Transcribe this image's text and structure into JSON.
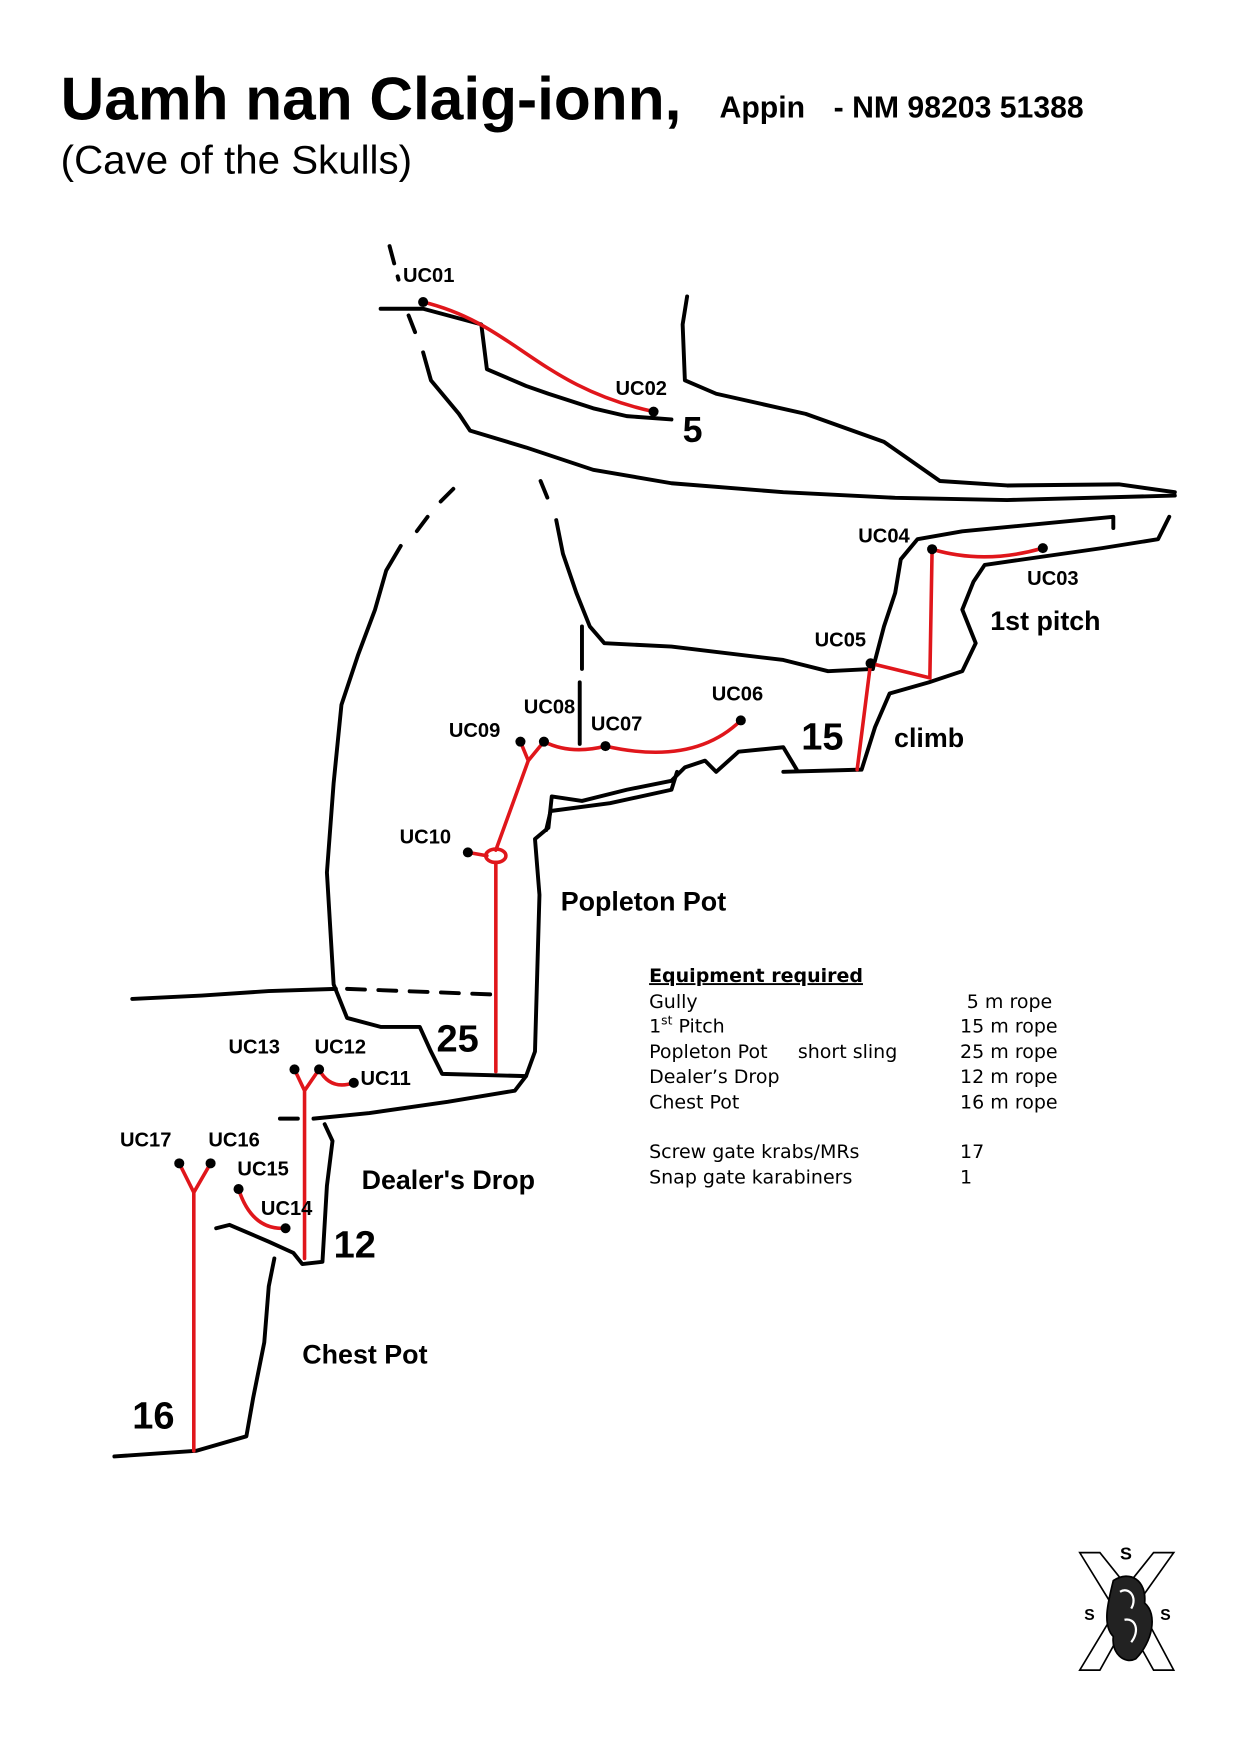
{
  "header": {
    "title": "Uamh nan Claig-ionn,",
    "location": "Appin",
    "grid_ref": "- NM 98203 51388",
    "subtitle": "(Cave of the Skulls)"
  },
  "stations": [
    "UC01",
    "UC02",
    "UC03",
    "UC04",
    "UC05",
    "UC06",
    "UC07",
    "UC08",
    "UC09",
    "UC10",
    "UC11",
    "UC12",
    "UC13",
    "UC14",
    "UC15",
    "UC16",
    "UC17"
  ],
  "pitches": {
    "gully_depth": "5",
    "first_pitch_depth": "15",
    "first_pitch_label": "1st pitch",
    "climb_label": "climb",
    "popleton_label": "Popleton Pot",
    "popleton_depth": "25",
    "dealers_label": "Dealer's Drop",
    "dealers_depth": "12",
    "chest_label": "Chest Pot",
    "chest_depth": "16"
  },
  "equipment": {
    "heading": "Equipment required",
    "rows": [
      {
        "name": "Gully",
        "note": "",
        "rope": "5 m rope"
      },
      {
        "name": "1",
        "sup": "st",
        "name_rest": " Pitch",
        "note": "",
        "rope": "15 m rope"
      },
      {
        "name": "Popleton Pot",
        "note": "short sling",
        "rope": "25 m rope"
      },
      {
        "name": "Dealer’s Drop",
        "note": "",
        "rope": "12 m rope"
      },
      {
        "name": "Chest Pot",
        "note": "",
        "rope": "16 m rope"
      }
    ],
    "hardware": [
      {
        "name": "Screw gate krabs/MRs",
        "count": "17"
      },
      {
        "name": "Snap gate karabiners",
        "count": "1"
      }
    ]
  },
  "logo": {
    "letters": "S"
  },
  "colors": {
    "rope": "#e0161b",
    "wall": "#000000"
  }
}
